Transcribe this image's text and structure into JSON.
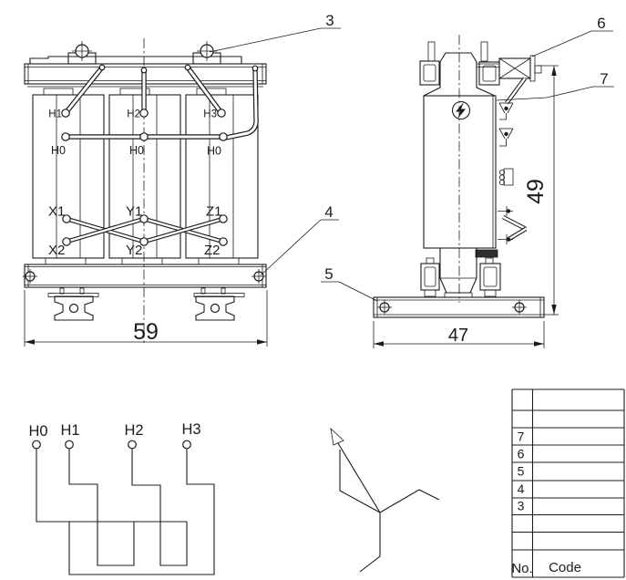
{
  "front_view": {
    "hv_labels": [
      "H1",
      "H2",
      "H3"
    ],
    "neutral_label": "H0",
    "lv_row1": [
      "X1",
      "Y1",
      "Z1"
    ],
    "lv_row2": [
      "X2",
      "Y2",
      "Z2"
    ],
    "dim_width": "59"
  },
  "side_view": {
    "dim_width": "47",
    "dim_height": "49"
  },
  "callouts": {
    "c3": "3",
    "c4": "4",
    "c5": "5",
    "c6": "6",
    "c7": "7"
  },
  "schematic": {
    "terminals": [
      "H0",
      "H1",
      "H2",
      "H3"
    ]
  },
  "parts_table": {
    "no_header": "No.",
    "code_header": "Code",
    "item_numbers": [
      "7",
      "6",
      "5",
      "4",
      "3"
    ]
  },
  "colors": {
    "line": "#1c1c1c",
    "background": "#ffffff"
  }
}
